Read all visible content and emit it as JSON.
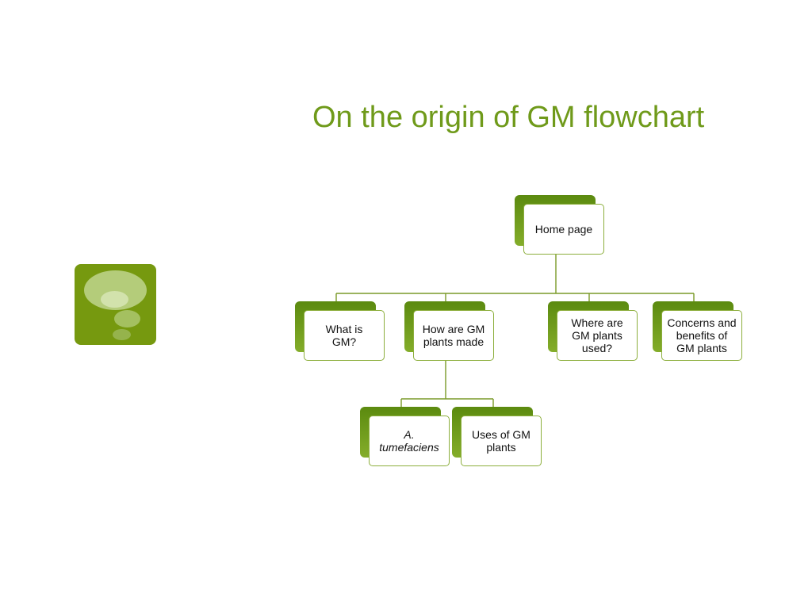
{
  "slide": {
    "title": "On the origin of GM flowchart"
  },
  "colors": {
    "accent": "#6f9a1a",
    "node_back": "#6b9718",
    "node_border": "#8cae3c",
    "connector": "#7a9a28"
  },
  "logo_icon": "thought-bubble-icon",
  "nodes": {
    "home": {
      "label": "Home page"
    },
    "what": {
      "label": "What is GM?"
    },
    "how": {
      "label": "How are GM plants made"
    },
    "where": {
      "label": "Where are GM plants used?"
    },
    "concerns": {
      "label": "Concerns and benefits of GM plants"
    },
    "tumefaciens": {
      "label": "A. tumefaciens"
    },
    "uses": {
      "label": "Uses of GM plants"
    }
  },
  "edges": [
    {
      "from": "Home page",
      "to": "What is GM?"
    },
    {
      "from": "Home page",
      "to": "How are GM plants made"
    },
    {
      "from": "Home page",
      "to": "Where are GM plants used?"
    },
    {
      "from": "Home page",
      "to": "Concerns and benefits of GM plants"
    },
    {
      "from": "How are GM plants made",
      "to": "A. tumefaciens"
    },
    {
      "from": "How are GM plants made",
      "to": "Uses of GM plants"
    }
  ]
}
